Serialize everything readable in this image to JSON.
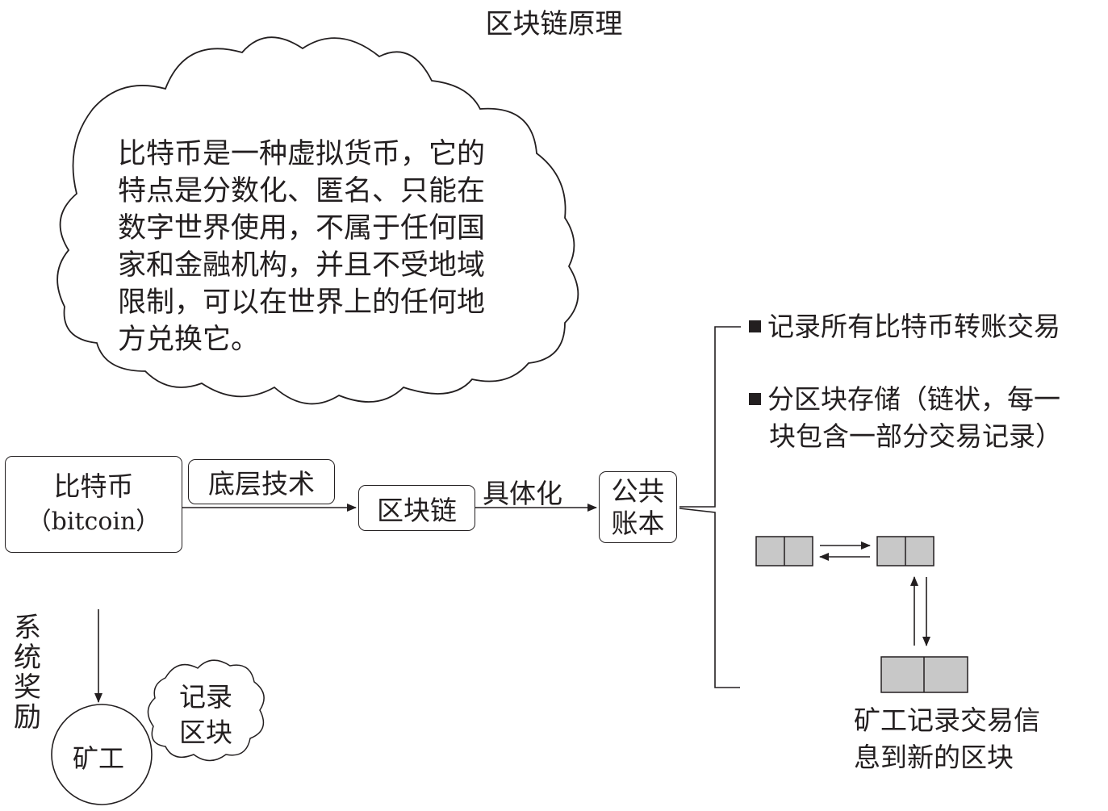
{
  "title": "区块链原理",
  "cloud": {
    "lines": [
      "比特币是一种虚拟货币，它的",
      "特点是分数化、匿名、只能在",
      "数字世界使用，不属于任何国",
      "家和金融机构，并且不受地域",
      "限制，可以在世界上的任何地",
      "方兑换它。"
    ]
  },
  "nodes": {
    "bitcoin_line1": "比特币",
    "bitcoin_line2": "（bitcoin）",
    "underlying_tech": "底层技术",
    "blockchain": "区块链",
    "concretize": "具体化",
    "ledger_line1": "公共",
    "ledger_line2": "账本"
  },
  "bullets": {
    "b1": "记录所有比特币转账交易",
    "b2_line1": "分区块存储（链状，每一",
    "b2_line2": "块包含一部分交易记录）"
  },
  "miner": {
    "reward": "系统奖励",
    "miner_label": "矿工",
    "record_line1": "记录",
    "record_line2": "区块"
  },
  "caption": {
    "line1": "矿工记录交易信",
    "line2": "息到新的区块"
  },
  "colors": {
    "ink": "#231f20",
    "block_fill": "#c8c8c8"
  }
}
